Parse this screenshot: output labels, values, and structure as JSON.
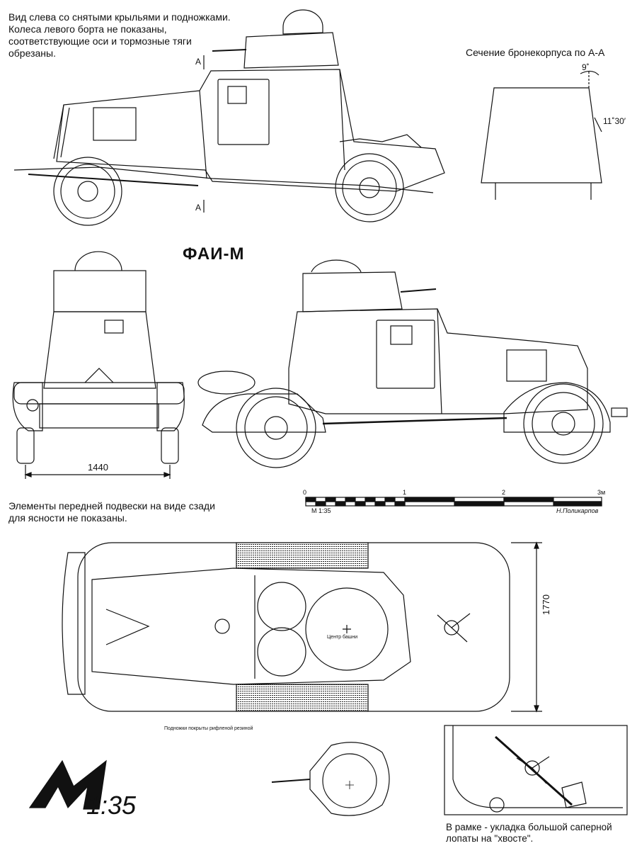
{
  "title": "ФАИ-М",
  "notes": {
    "side_view": "Вид слева со снятыми крыльями и подножками.\nКолеса левого борта не показаны,\nсоответствующие оси и тормозные тяги\nобрезаны.",
    "section_title": "Сечение бронекорпуса по А-А",
    "rear_view": "Элементы передней подвески на виде сзади\nдля ясности не показаны.",
    "running_boards": "Подножки покрыты рифленой резиной",
    "frame_caption": "В рамке - укладка большой саперной\nлопаты на \"хвосте\"."
  },
  "section": {
    "angle_top": "9˚",
    "angle_side": "11˚30′"
  },
  "section_marks": {
    "top": "A",
    "bottom": "A"
  },
  "dimensions": {
    "track": "1440",
    "width": "1770"
  },
  "turret_center_label": "Центр башни",
  "scale_bar": {
    "ticks": [
      "0",
      "1",
      "2",
      "3м"
    ],
    "ratio": "М 1:35",
    "author": "Н.Поликарпов"
  },
  "logo": {
    "letter": "M",
    "scale": "1:35"
  },
  "colors": {
    "ink": "#111111",
    "paper": "#ffffff",
    "hatch": "#333333"
  }
}
